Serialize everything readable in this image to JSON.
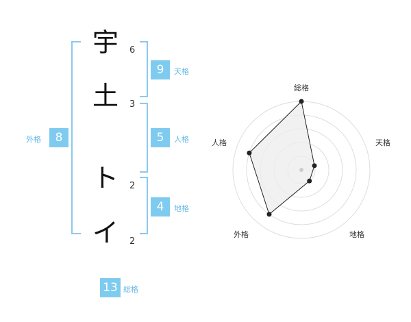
{
  "name_chars": [
    {
      "char": "宇",
      "strokes": "6"
    },
    {
      "char": "土",
      "strokes": "3"
    },
    {
      "char": "ト",
      "strokes": "2"
    },
    {
      "char": "イ",
      "strokes": "2"
    }
  ],
  "kaku": {
    "tenkaku": {
      "value": "9",
      "label": "天格"
    },
    "jinkaku": {
      "value": "5",
      "label": "人格"
    },
    "chikaku": {
      "value": "4",
      "label": "地格"
    },
    "gaikaku": {
      "value": "8",
      "label": "外格"
    },
    "soukaku": {
      "value": "13",
      "label": "総格"
    }
  },
  "chart_data": {
    "type": "radar",
    "axes": [
      "総格",
      "天格",
      "地格",
      "外格",
      "人格"
    ],
    "values": [
      5,
      1,
      1,
      4,
      4
    ],
    "max": 5,
    "rings": 5,
    "colors": {
      "fill": "#eeeeee",
      "line": "#222222",
      "ring": "#dddddd",
      "point": "#222222",
      "center": "#cccccc"
    }
  }
}
